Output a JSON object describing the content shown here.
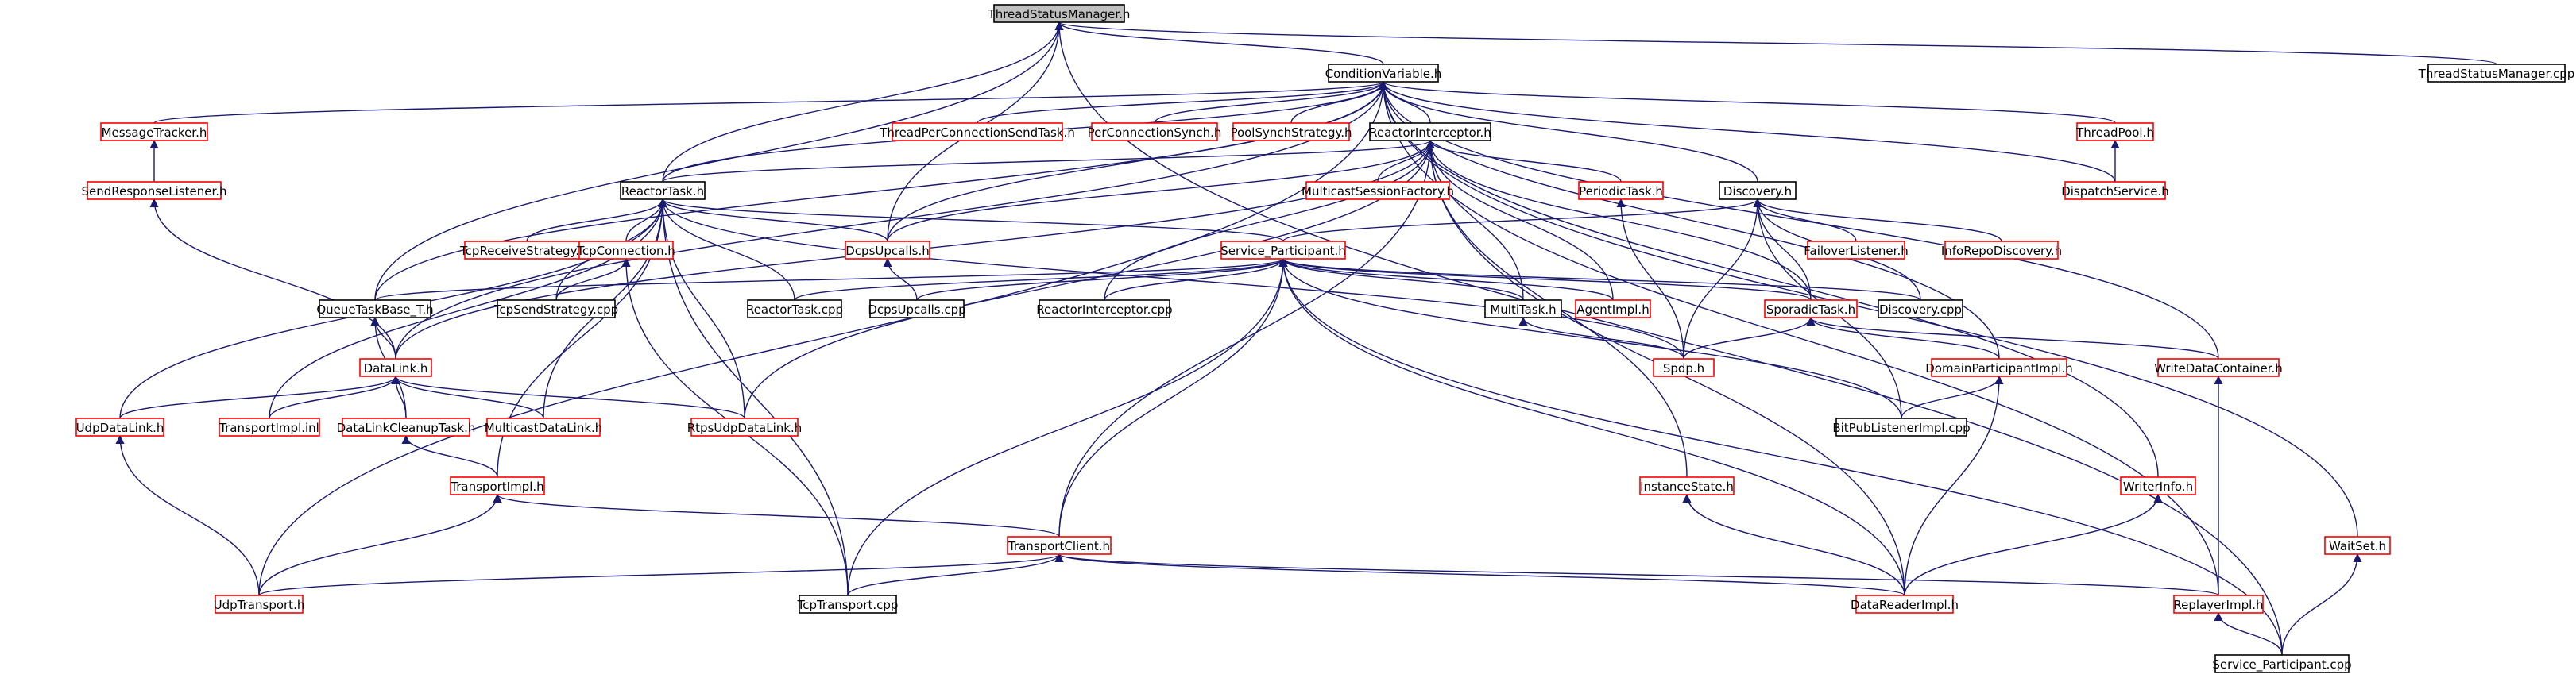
{
  "colors": {
    "edge": "#191970",
    "border_red": "#ff0000",
    "border_black": "#000000",
    "root_fill": "#bfbfbf",
    "text": "#000000"
  },
  "nodes": [
    {
      "id": "threadstatusmanager_h",
      "label": "ThreadStatusManager.h",
      "style": "root",
      "interactable": false
    },
    {
      "id": "conditionvariable_h",
      "label": "ConditionVariable.h",
      "style": "black",
      "interactable": true
    },
    {
      "id": "threadstatusmanager_cpp",
      "label": "ThreadStatusManager.cpp",
      "style": "black",
      "interactable": true
    },
    {
      "id": "messagetracker_h",
      "label": "MessageTracker.h",
      "style": "red",
      "interactable": true
    },
    {
      "id": "threadperconnectionsendtask_h",
      "label": "ThreadPerConnectionSendTask.h",
      "style": "red",
      "interactable": true
    },
    {
      "id": "perconnectionsynch_h",
      "label": "PerConnectionSynch.h",
      "style": "red",
      "interactable": true
    },
    {
      "id": "poolsynchstrategy_h",
      "label": "PoolSynchStrategy.h",
      "style": "red",
      "interactable": true
    },
    {
      "id": "reactorinterceptor_h",
      "label": "ReactorInterceptor.h",
      "style": "black",
      "interactable": true
    },
    {
      "id": "threadpool_h",
      "label": "ThreadPool.h",
      "style": "red",
      "interactable": true
    },
    {
      "id": "sendresponselistener_h",
      "label": "SendResponseListener.h",
      "style": "red",
      "interactable": true
    },
    {
      "id": "dispatchservice_h",
      "label": "DispatchService.h",
      "style": "red",
      "interactable": true
    },
    {
      "id": "reactortask_h",
      "label": "ReactorTask.h",
      "style": "black",
      "interactable": true
    },
    {
      "id": "multicastsessionfactory_h",
      "label": "MulticastSessionFactory.h",
      "style": "red",
      "interactable": true
    },
    {
      "id": "periodictask_h",
      "label": "PeriodicTask.h",
      "style": "red",
      "interactable": true
    },
    {
      "id": "discovery_h",
      "label": "Discovery.h",
      "style": "black",
      "interactable": true
    },
    {
      "id": "tcpreceivestrategy_inl",
      "label": "TcpReceiveStrategy.inl",
      "style": "red",
      "interactable": true
    },
    {
      "id": "tcpconnection_h",
      "label": "TcpConnection.h",
      "style": "red",
      "interactable": true
    },
    {
      "id": "dcpsupcalls_h",
      "label": "DcpsUpcalls.h",
      "style": "red",
      "interactable": true
    },
    {
      "id": "service_participant_h",
      "label": "Service_Participant.h",
      "style": "red",
      "interactable": true
    },
    {
      "id": "failoverlistener_h",
      "label": "FailoverListener.h",
      "style": "red",
      "interactable": true
    },
    {
      "id": "inforepodiscovery_h",
      "label": "InfoRepoDiscovery.h",
      "style": "red",
      "interactable": true
    },
    {
      "id": "queuetaskbase_t_h",
      "label": "QueueTaskBase_T.h",
      "style": "black",
      "interactable": true
    },
    {
      "id": "tcpsendstrategy_cpp",
      "label": "TcpSendStrategy.cpp",
      "style": "black",
      "interactable": true
    },
    {
      "id": "reactortask_cpp",
      "label": "ReactorTask.cpp",
      "style": "black",
      "interactable": true
    },
    {
      "id": "dcpsupcalls_cpp",
      "label": "DcpsUpcalls.cpp",
      "style": "black",
      "interactable": true
    },
    {
      "id": "reactorinterceptor_cpp",
      "label": "ReactorInterceptor.cpp",
      "style": "black",
      "interactable": true
    },
    {
      "id": "multitask_h",
      "label": "MultiTask.h",
      "style": "black",
      "interactable": true
    },
    {
      "id": "agentimpl_h",
      "label": "AgentImpl.h",
      "style": "red",
      "interactable": true
    },
    {
      "id": "sporadictask_h",
      "label": "SporadicTask.h",
      "style": "red",
      "interactable": true
    },
    {
      "id": "discovery_cpp",
      "label": "Discovery.cpp",
      "style": "black",
      "interactable": true
    },
    {
      "id": "datalink_h",
      "label": "DataLink.h",
      "style": "red",
      "interactable": true
    },
    {
      "id": "domainparticipantimpl_h",
      "label": "DomainParticipantImpl.h",
      "style": "red",
      "interactable": true
    },
    {
      "id": "writedatacontainer_h",
      "label": "WriteDataContainer.h",
      "style": "red",
      "interactable": true
    },
    {
      "id": "spdp_h",
      "label": "Spdp.h",
      "style": "red",
      "interactable": true
    },
    {
      "id": "udpdatalink_h",
      "label": "UdpDataLink.h",
      "style": "red",
      "interactable": true
    },
    {
      "id": "transportimpl_inl",
      "label": "TransportImpl.inl",
      "style": "red",
      "interactable": true
    },
    {
      "id": "datalinkcleanuptask_h",
      "label": "DataLinkCleanupTask.h",
      "style": "red",
      "interactable": true
    },
    {
      "id": "multicastdatalink_h",
      "label": "MulticastDataLink.h",
      "style": "red",
      "interactable": true
    },
    {
      "id": "rtpsudpdatalink_h",
      "label": "RtpsUdpDataLink.h",
      "style": "red",
      "interactable": true
    },
    {
      "id": "bitpublistenerimpl_cpp",
      "label": "BitPubListenerImpl.cpp",
      "style": "black",
      "interactable": true
    },
    {
      "id": "transportimpl_h",
      "label": "TransportImpl.h",
      "style": "red",
      "interactable": true
    },
    {
      "id": "instancestate_h",
      "label": "InstanceState.h",
      "style": "red",
      "interactable": true
    },
    {
      "id": "writerinfo_h",
      "label": "WriterInfo.h",
      "style": "red",
      "interactable": true
    },
    {
      "id": "waitset_h",
      "label": "WaitSet.h",
      "style": "red",
      "interactable": true
    },
    {
      "id": "transportclient_h",
      "label": "TransportClient.h",
      "style": "red",
      "interactable": true
    },
    {
      "id": "udptransport_h",
      "label": "UdpTransport.h",
      "style": "red",
      "interactable": true
    },
    {
      "id": "tcptransport_cpp",
      "label": "TcpTransport.cpp",
      "style": "black",
      "interactable": true
    },
    {
      "id": "datareaderimpl_h",
      "label": "DataReaderImpl.h",
      "style": "red",
      "interactable": true
    },
    {
      "id": "replayerimpl_h",
      "label": "ReplayerImpl.h",
      "style": "red",
      "interactable": true
    },
    {
      "id": "service_participant_cpp",
      "label": "Service_Participant.cpp",
      "style": "black",
      "interactable": true
    }
  ]
}
